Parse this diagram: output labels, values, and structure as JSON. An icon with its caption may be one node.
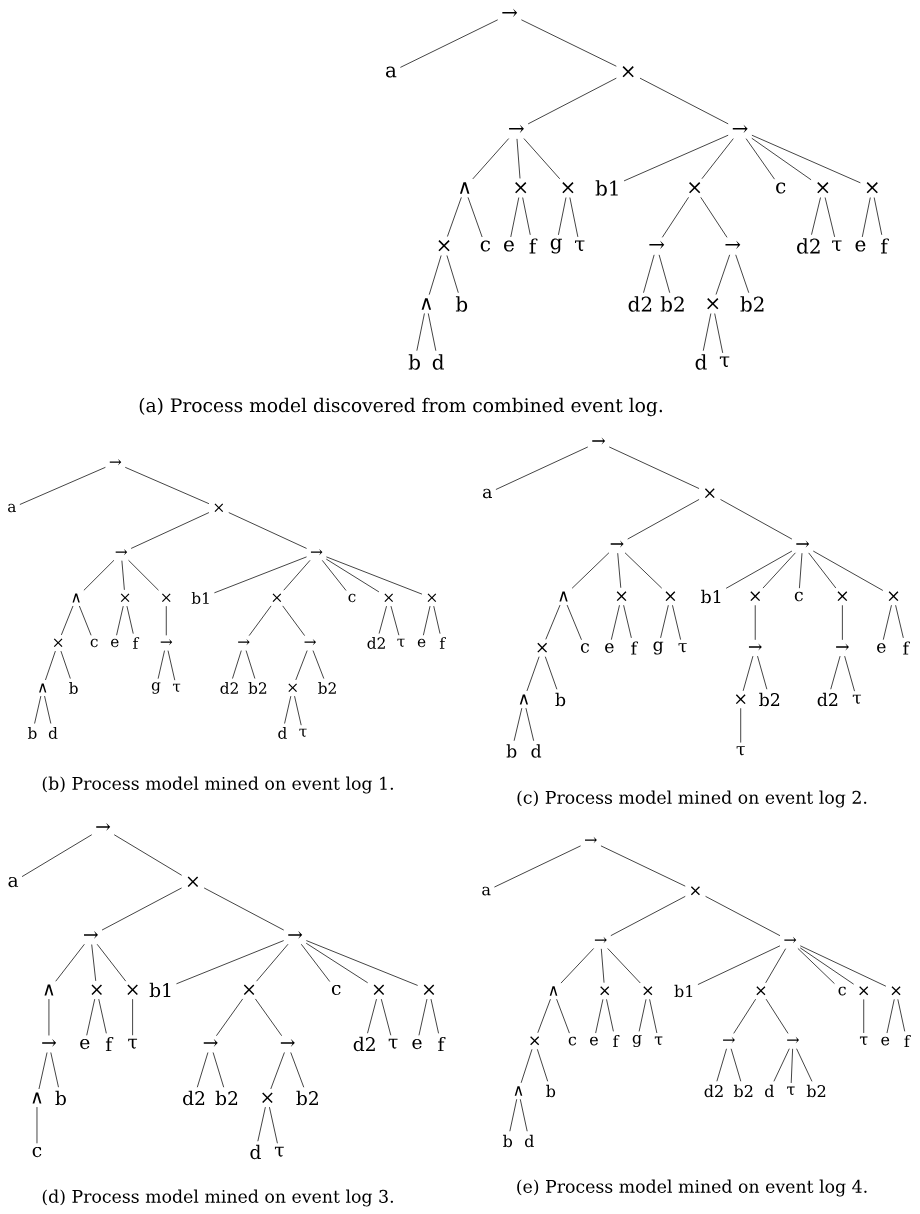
{
  "diagram": {
    "nodes": [
      {
        "text": [
          "→"
        ]
      },
      {
        "text": [
          "a"
        ]
      },
      {
        "text": [
          "×"
        ]
      },
      {
        "text": [
          "→"
        ]
      },
      {
        "text": [
          "∧"
        ]
      },
      {
        "text": [
          "×"
        ]
      },
      {
        "text": [
          "∧"
        ]
      },
      {
        "text": [
          "b"
        ]
      },
      {
        "text": [
          "d"
        ]
      },
      {
        "text": [
          "b"
        ]
      },
      {
        "text": [
          "c"
        ]
      },
      {
        "text": [
          "×"
        ]
      },
      {
        "text": [
          "e"
        ]
      },
      {
        "text": [
          "f"
        ]
      },
      {
        "text": [
          "×"
        ]
      },
      {
        "text": [
          "g"
        ]
      },
      {
        "text": [
          "τ"
        ]
      },
      {
        "text": [
          "→"
        ]
      },
      {
        "text": [
          "b1"
        ]
      },
      {
        "text": [
          "×"
        ]
      },
      {
        "text": [
          "→"
        ]
      },
      {
        "text": [
          "d2"
        ]
      },
      {
        "text": [
          "b2"
        ]
      },
      {
        "text": [
          "→"
        ]
      },
      {
        "text": [
          "×"
        ]
      },
      {
        "text": [
          "d"
        ]
      },
      {
        "text": [
          "τ"
        ]
      },
      {
        "text": [
          "b2"
        ]
      },
      {
        "text": [
          "c"
        ]
      },
      {
        "text": [
          "×"
        ]
      },
      {
        "text": [
          "d2"
        ]
      },
      {
        "text": [
          "τ"
        ]
      },
      {
        "text": [
          "×"
        ]
      },
      {
        "text": [
          "e"
        ]
      },
      {
        "text": [
          "f"
        ]
      },
      {
        "text": [
          "→"
        ]
      },
      {
        "text": [
          "a"
        ]
      },
      {
        "text": [
          "×"
        ]
      },
      {
        "text": [
          "→"
        ]
      },
      {
        "text": [
          "∧"
        ]
      },
      {
        "text": [
          "×"
        ]
      },
      {
        "text": [
          "∧"
        ]
      },
      {
        "text": [
          "b"
        ]
      },
      {
        "text": [
          "d"
        ]
      },
      {
        "text": [
          "b"
        ]
      },
      {
        "text": [
          "c"
        ]
      },
      {
        "text": [
          "×"
        ]
      },
      {
        "text": [
          "e"
        ]
      },
      {
        "text": [
          "f"
        ]
      },
      {
        "text": [
          "×"
        ]
      },
      {
        "text": [
          "→"
        ]
      },
      {
        "text": [
          "g"
        ]
      },
      {
        "text": [
          "τ"
        ]
      },
      {
        "text": [
          "→"
        ]
      },
      {
        "text": [
          "b1"
        ]
      },
      {
        "text": [
          "×"
        ]
      },
      {
        "text": [
          "→"
        ]
      },
      {
        "text": [
          "d2"
        ]
      },
      {
        "text": [
          "b2"
        ]
      },
      {
        "text": [
          "→"
        ]
      },
      {
        "text": [
          "×"
        ]
      },
      {
        "text": [
          "d"
        ]
      },
      {
        "text": [
          "τ"
        ]
      },
      {
        "text": [
          "b2"
        ]
      },
      {
        "text": [
          "c"
        ]
      },
      {
        "text": [
          "×"
        ]
      },
      {
        "text": [
          "d2"
        ]
      },
      {
        "text": [
          "τ"
        ]
      },
      {
        "text": [
          "×"
        ]
      },
      {
        "text": [
          "e"
        ]
      },
      {
        "text": [
          "f"
        ]
      },
      {
        "text": [
          "→"
        ]
      },
      {
        "text": [
          "a"
        ]
      },
      {
        "text": [
          "×"
        ]
      },
      {
        "text": [
          "→"
        ]
      },
      {
        "text": [
          "∧"
        ]
      },
      {
        "text": [
          "×"
        ]
      },
      {
        "text": [
          "∧"
        ]
      },
      {
        "text": [
          "b"
        ]
      },
      {
        "text": [
          "d"
        ]
      },
      {
        "text": [
          "b"
        ]
      },
      {
        "text": [
          "c"
        ]
      },
      {
        "text": [
          "×"
        ]
      },
      {
        "text": [
          "e"
        ]
      },
      {
        "text": [
          "f"
        ]
      },
      {
        "text": [
          "×"
        ]
      },
      {
        "text": [
          "g"
        ]
      },
      {
        "text": [
          "τ"
        ]
      },
      {
        "text": [
          "→"
        ]
      },
      {
        "text": [
          "b1"
        ]
      },
      {
        "text": [
          "×"
        ]
      },
      {
        "text": [
          "→"
        ]
      },
      {
        "text": [
          "×"
        ]
      },
      {
        "text": [
          "τ"
        ]
      },
      {
        "text": [
          "b2"
        ]
      },
      {
        "text": [
          "c"
        ]
      },
      {
        "text": [
          "×"
        ]
      },
      {
        "text": [
          "→"
        ]
      },
      {
        "text": [
          "d2"
        ]
      },
      {
        "text": [
          "τ"
        ]
      },
      {
        "text": [
          "×"
        ]
      },
      {
        "text": [
          "e"
        ]
      },
      {
        "text": [
          "f"
        ]
      },
      {
        "text": [
          "→"
        ]
      },
      {
        "text": [
          "a"
        ]
      },
      {
        "text": [
          "×"
        ]
      },
      {
        "text": [
          "→"
        ]
      },
      {
        "text": [
          "∧"
        ]
      },
      {
        "text": [
          "→"
        ]
      },
      {
        "text": [
          "∧"
        ]
      },
      {
        "text": [
          "c"
        ]
      },
      {
        "text": [
          "b"
        ]
      },
      {
        "text": [
          "×"
        ]
      },
      {
        "text": [
          "e"
        ]
      },
      {
        "text": [
          "f"
        ]
      },
      {
        "text": [
          "×"
        ]
      },
      {
        "text": [
          "τ"
        ]
      },
      {
        "text": [
          "→"
        ]
      },
      {
        "text": [
          "b1"
        ]
      },
      {
        "text": [
          "×"
        ]
      },
      {
        "text": [
          "→"
        ]
      },
      {
        "text": [
          "d2"
        ]
      },
      {
        "text": [
          "b2"
        ]
      },
      {
        "text": [
          "→"
        ]
      },
      {
        "text": [
          "×"
        ]
      },
      {
        "text": [
          "d"
        ]
      },
      {
        "text": [
          "τ"
        ]
      },
      {
        "text": [
          "b2"
        ]
      },
      {
        "text": [
          "c"
        ]
      },
      {
        "text": [
          "×"
        ]
      },
      {
        "text": [
          "d2"
        ]
      },
      {
        "text": [
          "τ"
        ]
      },
      {
        "text": [
          "×"
        ]
      },
      {
        "text": [
          "e"
        ]
      },
      {
        "text": [
          "f"
        ]
      },
      {
        "text": [
          "→"
        ]
      },
      {
        "text": [
          "a"
        ]
      },
      {
        "text": [
          "×"
        ]
      },
      {
        "text": [
          "→"
        ]
      },
      {
        "text": [
          "∧"
        ]
      },
      {
        "text": [
          "×"
        ]
      },
      {
        "text": [
          "∧"
        ]
      },
      {
        "text": [
          "b"
        ]
      },
      {
        "text": [
          "d"
        ]
      },
      {
        "text": [
          "b"
        ]
      },
      {
        "text": [
          "c"
        ]
      },
      {
        "text": [
          "×"
        ]
      },
      {
        "text": [
          "e"
        ]
      },
      {
        "text": [
          "f"
        ]
      },
      {
        "text": [
          "×"
        ]
      },
      {
        "text": [
          "g"
        ]
      },
      {
        "text": [
          "τ"
        ]
      },
      {
        "text": [
          "→"
        ]
      },
      {
        "text": [
          "b1"
        ]
      },
      {
        "text": [
          "×"
        ]
      },
      {
        "text": [
          "→"
        ]
      },
      {
        "text": [
          "d2"
        ]
      },
      {
        "text": [
          "b2"
        ]
      },
      {
        "text": [
          "→"
        ]
      },
      {
        "text": [
          "d"
        ]
      },
      {
        "text": [
          "τ"
        ]
      },
      {
        "text": [
          "b2"
        ]
      },
      {
        "text": [
          "c"
        ]
      },
      {
        "text": [
          "×"
        ]
      },
      {
        "text": [
          "τ"
        ]
      },
      {
        "text": [
          "×"
        ]
      },
      {
        "text": [
          "e"
        ]
      },
      {
        "text": [
          "f"
        ]
      }
    ],
    "edges": [
      {
        "from": 0,
        "to": 1,
        "arrow": "none"
      },
      {
        "from": 0,
        "to": 2,
        "arrow": "none"
      },
      {
        "from": 2,
        "to": 3,
        "arrow": "none"
      },
      {
        "from": 2,
        "to": 17,
        "arrow": "none"
      },
      {
        "from": 3,
        "to": 4,
        "arrow": "none"
      },
      {
        "from": 3,
        "to": 11,
        "arrow": "none"
      },
      {
        "from": 3,
        "to": 14,
        "arrow": "none"
      },
      {
        "from": 4,
        "to": 5,
        "arrow": "none"
      },
      {
        "from": 4,
        "to": 10,
        "arrow": "none"
      },
      {
        "from": 5,
        "to": 6,
        "arrow": "none"
      },
      {
        "from": 5,
        "to": 9,
        "arrow": "none"
      },
      {
        "from": 6,
        "to": 7,
        "arrow": "none"
      },
      {
        "from": 6,
        "to": 8,
        "arrow": "none"
      },
      {
        "from": 11,
        "to": 12,
        "arrow": "none"
      },
      {
        "from": 11,
        "to": 13,
        "arrow": "none"
      },
      {
        "from": 14,
        "to": 15,
        "arrow": "none"
      },
      {
        "from": 14,
        "to": 16,
        "arrow": "none"
      },
      {
        "from": 17,
        "to": 18,
        "arrow": "none"
      },
      {
        "from": 17,
        "to": 19,
        "arrow": "none"
      },
      {
        "from": 17,
        "to": 28,
        "arrow": "none"
      },
      {
        "from": 17,
        "to": 29,
        "arrow": "none"
      },
      {
        "from": 17,
        "to": 32,
        "arrow": "none"
      },
      {
        "from": 19,
        "to": 20,
        "arrow": "none"
      },
      {
        "from": 19,
        "to": 23,
        "arrow": "none"
      },
      {
        "from": 20,
        "to": 21,
        "arrow": "none"
      },
      {
        "from": 20,
        "to": 22,
        "arrow": "none"
      },
      {
        "from": 23,
        "to": 24,
        "arrow": "none"
      },
      {
        "from": 23,
        "to": 27,
        "arrow": "none"
      },
      {
        "from": 24,
        "to": 25,
        "arrow": "none"
      },
      {
        "from": 24,
        "to": 26,
        "arrow": "none"
      },
      {
        "from": 29,
        "to": 30,
        "arrow": "none"
      },
      {
        "from": 29,
        "to": 31,
        "arrow": "none"
      },
      {
        "from": 32,
        "to": 33,
        "arrow": "none"
      },
      {
        "from": 32,
        "to": 34,
        "arrow": "none"
      },
      {
        "from": 35,
        "to": 36,
        "arrow": "none"
      },
      {
        "from": 35,
        "to": 37,
        "arrow": "none"
      },
      {
        "from": 37,
        "to": 38,
        "arrow": "none"
      },
      {
        "from": 37,
        "to": 53,
        "arrow": "none"
      },
      {
        "from": 38,
        "to": 39,
        "arrow": "none"
      },
      {
        "from": 38,
        "to": 46,
        "arrow": "none"
      },
      {
        "from": 38,
        "to": 49,
        "arrow": "none"
      },
      {
        "from": 39,
        "to": 40,
        "arrow": "none"
      },
      {
        "from": 39,
        "to": 45,
        "arrow": "none"
      },
      {
        "from": 40,
        "to": 41,
        "arrow": "none"
      },
      {
        "from": 40,
        "to": 44,
        "arrow": "none"
      },
      {
        "from": 41,
        "to": 42,
        "arrow": "none"
      },
      {
        "from": 41,
        "to": 43,
        "arrow": "none"
      },
      {
        "from": 46,
        "to": 47,
        "arrow": "none"
      },
      {
        "from": 46,
        "to": 48,
        "arrow": "none"
      },
      {
        "from": 49,
        "to": 50,
        "arrow": "none"
      },
      {
        "from": 50,
        "to": 51,
        "arrow": "none"
      },
      {
        "from": 50,
        "to": 52,
        "arrow": "none"
      },
      {
        "from": 53,
        "to": 54,
        "arrow": "none"
      },
      {
        "from": 53,
        "to": 55,
        "arrow": "none"
      },
      {
        "from": 53,
        "to": 64,
        "arrow": "none"
      },
      {
        "from": 53,
        "to": 65,
        "arrow": "none"
      },
      {
        "from": 53,
        "to": 68,
        "arrow": "none"
      },
      {
        "from": 55,
        "to": 56,
        "arrow": "none"
      },
      {
        "from": 55,
        "to": 59,
        "arrow": "none"
      },
      {
        "from": 56,
        "to": 57,
        "arrow": "none"
      },
      {
        "from": 56,
        "to": 58,
        "arrow": "none"
      },
      {
        "from": 59,
        "to": 60,
        "arrow": "none"
      },
      {
        "from": 59,
        "to": 63,
        "arrow": "none"
      },
      {
        "from": 60,
        "to": 61,
        "arrow": "none"
      },
      {
        "from": 60,
        "to": 62,
        "arrow": "none"
      },
      {
        "from": 65,
        "to": 66,
        "arrow": "none"
      },
      {
        "from": 65,
        "to": 67,
        "arrow": "none"
      },
      {
        "from": 68,
        "to": 69,
        "arrow": "none"
      },
      {
        "from": 68,
        "to": 70,
        "arrow": "none"
      },
      {
        "from": 71,
        "to": 72,
        "arrow": "none"
      },
      {
        "from": 71,
        "to": 73,
        "arrow": "none"
      },
      {
        "from": 73,
        "to": 74,
        "arrow": "none"
      },
      {
        "from": 73,
        "to": 88,
        "arrow": "none"
      },
      {
        "from": 74,
        "to": 75,
        "arrow": "none"
      },
      {
        "from": 74,
        "to": 82,
        "arrow": "none"
      },
      {
        "from": 74,
        "to": 85,
        "arrow": "none"
      },
      {
        "from": 75,
        "to": 76,
        "arrow": "none"
      },
      {
        "from": 75,
        "to": 81,
        "arrow": "none"
      },
      {
        "from": 76,
        "to": 77,
        "arrow": "none"
      },
      {
        "from": 76,
        "to": 80,
        "arrow": "none"
      },
      {
        "from": 77,
        "to": 78,
        "arrow": "none"
      },
      {
        "from": 77,
        "to": 79,
        "arrow": "none"
      },
      {
        "from": 82,
        "to": 83,
        "arrow": "none"
      },
      {
        "from": 82,
        "to": 84,
        "arrow": "none"
      },
      {
        "from": 85,
        "to": 86,
        "arrow": "none"
      },
      {
        "from": 85,
        "to": 87,
        "arrow": "none"
      },
      {
        "from": 88,
        "to": 89,
        "arrow": "none"
      },
      {
        "from": 88,
        "to": 90,
        "arrow": "none"
      },
      {
        "from": 88,
        "to": 95,
        "arrow": "none"
      },
      {
        "from": 88,
        "to": 96,
        "arrow": "none"
      },
      {
        "from": 88,
        "to": 100,
        "arrow": "none"
      },
      {
        "from": 90,
        "to": 91,
        "arrow": "none"
      },
      {
        "from": 91,
        "to": 92,
        "arrow": "none"
      },
      {
        "from": 91,
        "to": 94,
        "arrow": "none"
      },
      {
        "from": 92,
        "to": 93,
        "arrow": "none"
      },
      {
        "from": 96,
        "to": 97,
        "arrow": "none"
      },
      {
        "from": 97,
        "to": 98,
        "arrow": "none"
      },
      {
        "from": 97,
        "to": 99,
        "arrow": "none"
      },
      {
        "from": 100,
        "to": 101,
        "arrow": "none"
      },
      {
        "from": 100,
        "to": 102,
        "arrow": "none"
      },
      {
        "from": 103,
        "to": 104,
        "arrow": "none"
      },
      {
        "from": 103,
        "to": 105,
        "arrow": "none"
      },
      {
        "from": 105,
        "to": 106,
        "arrow": "none"
      },
      {
        "from": 105,
        "to": 117,
        "arrow": "none"
      },
      {
        "from": 106,
        "to": 107,
        "arrow": "none"
      },
      {
        "from": 106,
        "to": 112,
        "arrow": "none"
      },
      {
        "from": 106,
        "to": 115,
        "arrow": "none"
      },
      {
        "from": 107,
        "to": 108,
        "arrow": "none"
      },
      {
        "from": 108,
        "to": 109,
        "arrow": "none"
      },
      {
        "from": 108,
        "to": 111,
        "arrow": "none"
      },
      {
        "from": 109,
        "to": 110,
        "arrow": "none"
      },
      {
        "from": 112,
        "to": 113,
        "arrow": "none"
      },
      {
        "from": 112,
        "to": 114,
        "arrow": "none"
      },
      {
        "from": 115,
        "to": 116,
        "arrow": "none"
      },
      {
        "from": 117,
        "to": 118,
        "arrow": "none"
      },
      {
        "from": 117,
        "to": 119,
        "arrow": "none"
      },
      {
        "from": 117,
        "to": 128,
        "arrow": "none"
      },
      {
        "from": 117,
        "to": 129,
        "arrow": "none"
      },
      {
        "from": 117,
        "to": 132,
        "arrow": "none"
      },
      {
        "from": 119,
        "to": 120,
        "arrow": "none"
      },
      {
        "from": 119,
        "to": 123,
        "arrow": "none"
      },
      {
        "from": 120,
        "to": 121,
        "arrow": "none"
      },
      {
        "from": 120,
        "to": 122,
        "arrow": "none"
      },
      {
        "from": 123,
        "to": 124,
        "arrow": "none"
      },
      {
        "from": 123,
        "to": 127,
        "arrow": "none"
      },
      {
        "from": 124,
        "to": 125,
        "arrow": "none"
      },
      {
        "from": 124,
        "to": 126,
        "arrow": "none"
      },
      {
        "from": 129,
        "to": 130,
        "arrow": "none"
      },
      {
        "from": 129,
        "to": 131,
        "arrow": "none"
      },
      {
        "from": 132,
        "to": 133,
        "arrow": "none"
      },
      {
        "from": 132,
        "to": 134,
        "arrow": "none"
      },
      {
        "from": 135,
        "to": 136,
        "arrow": "none"
      },
      {
        "from": 135,
        "to": 137,
        "arrow": "none"
      },
      {
        "from": 137,
        "to": 138,
        "arrow": "none"
      },
      {
        "from": 137,
        "to": 152,
        "arrow": "none"
      },
      {
        "from": 138,
        "to": 139,
        "arrow": "none"
      },
      {
        "from": 138,
        "to": 146,
        "arrow": "none"
      },
      {
        "from": 138,
        "to": 149,
        "arrow": "none"
      },
      {
        "from": 139,
        "to": 140,
        "arrow": "none"
      },
      {
        "from": 139,
        "to": 145,
        "arrow": "none"
      },
      {
        "from": 140,
        "to": 141,
        "arrow": "none"
      },
      {
        "from": 140,
        "to": 144,
        "arrow": "none"
      },
      {
        "from": 141,
        "to": 142,
        "arrow": "none"
      },
      {
        "from": 141,
        "to": 143,
        "arrow": "none"
      },
      {
        "from": 146,
        "to": 147,
        "arrow": "none"
      },
      {
        "from": 146,
        "to": 148,
        "arrow": "none"
      },
      {
        "from": 149,
        "to": 150,
        "arrow": "none"
      },
      {
        "from": 149,
        "to": 151,
        "arrow": "none"
      },
      {
        "from": 152,
        "to": 153,
        "arrow": "none"
      },
      {
        "from": 152,
        "to": 154,
        "arrow": "none"
      },
      {
        "from": 152,
        "to": 162,
        "arrow": "none"
      },
      {
        "from": 152,
        "to": 163,
        "arrow": "none"
      },
      {
        "from": 152,
        "to": 165,
        "arrow": "none"
      },
      {
        "from": 154,
        "to": 155,
        "arrow": "none"
      },
      {
        "from": 154,
        "to": 158,
        "arrow": "none"
      },
      {
        "from": 155,
        "to": 156,
        "arrow": "none"
      },
      {
        "from": 155,
        "to": 157,
        "arrow": "none"
      },
      {
        "from": 158,
        "to": 159,
        "arrow": "none"
      },
      {
        "from": 158,
        "to": 160,
        "arrow": "none"
      },
      {
        "from": 158,
        "to": 161,
        "arrow": "none"
      },
      {
        "from": 163,
        "to": 164,
        "arrow": "none"
      },
      {
        "from": 165,
        "to": 166,
        "arrow": "none"
      },
      {
        "from": 165,
        "to": 167,
        "arrow": "none"
      }
    ],
    "labels": [
      "(a) Process model discovered from combined event log.",
      "(b) Process model mined on event log 1.",
      "(c) Process model mined on event log 2.",
      "(d) Process model mined on event log 3.",
      "(e) Process model mined on event log 4."
    ]
  }
}
